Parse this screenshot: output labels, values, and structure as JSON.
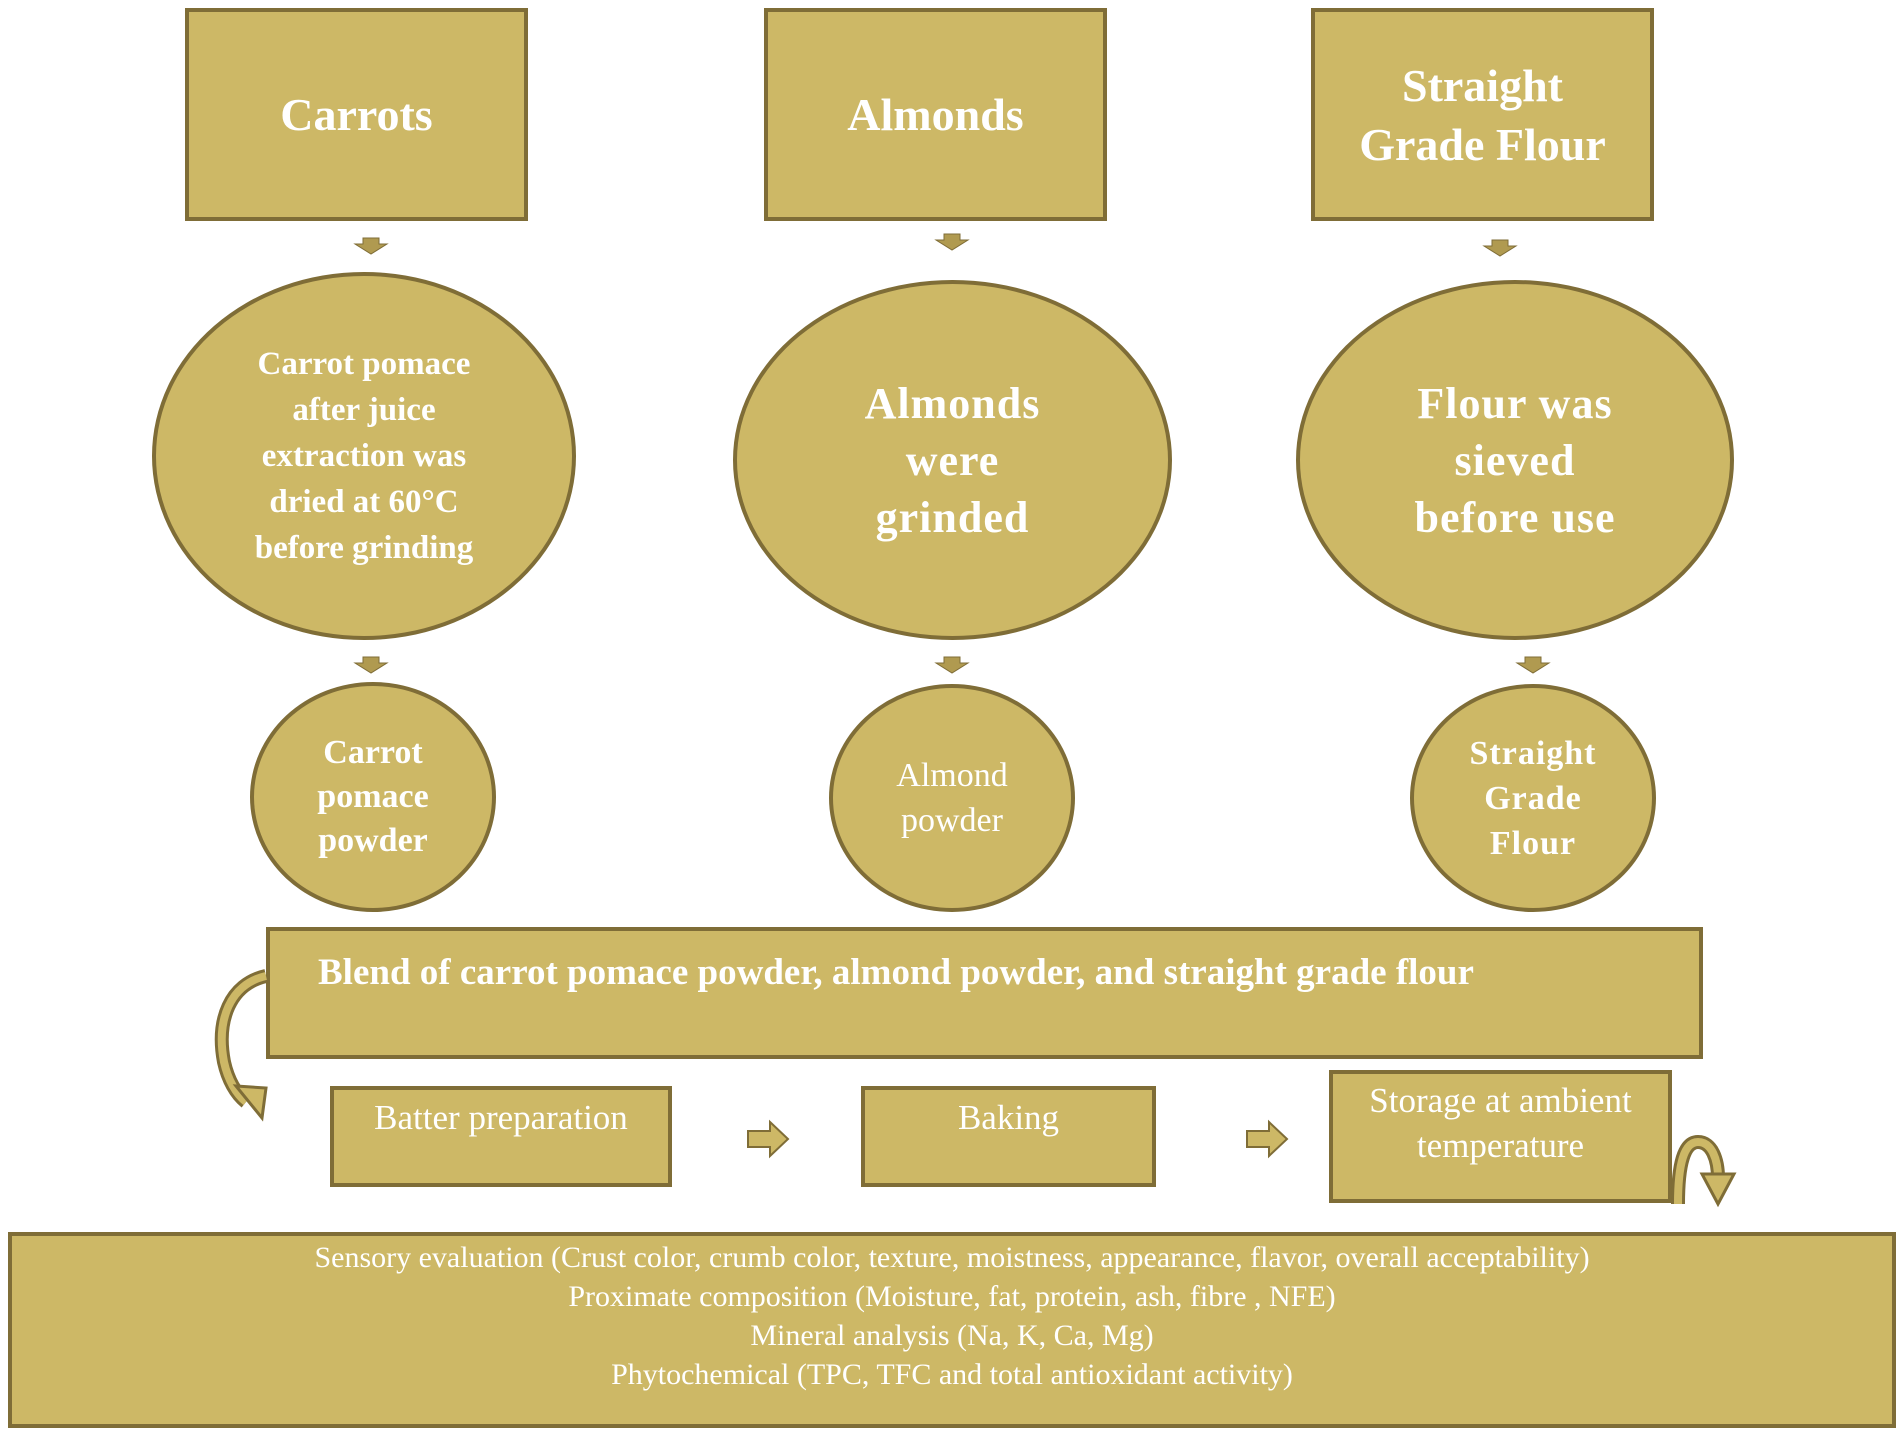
{
  "colors": {
    "fill": "#cdb866",
    "border": "#7f6d37",
    "text": "#ffffff"
  },
  "inputs": {
    "carrots": "Carrots",
    "almonds": "Almonds",
    "flour": [
      "Straight",
      "Grade Flour"
    ]
  },
  "processing": {
    "carrot": [
      "Carrot pomace",
      "after juice",
      "extraction was",
      "dried at 60°C",
      "before grinding"
    ],
    "almond": [
      "Almonds",
      "were",
      "grinded"
    ],
    "flour": [
      "Flour was",
      "sieved",
      "before use"
    ]
  },
  "products": {
    "carrot": [
      "Carrot",
      "pomace",
      "powder"
    ],
    "almond": [
      "Almond",
      "powder"
    ],
    "flour": [
      "Straight",
      "Grade",
      "Flour"
    ]
  },
  "blend": "Blend of carrot pomace powder, almond powder, and straight grade flour",
  "steps": {
    "batter": "Batter preparation",
    "baking": "Baking",
    "storage": [
      "Storage at ambient",
      "temperature"
    ]
  },
  "analyses": [
    "Sensory evaluation (Crust color, crumb color, texture, moistness, appearance, flavor, overall acceptability)",
    "Proximate composition (Moisture, fat, protein, ash, fibre , NFE)",
    "Mineral analysis (Na, K, Ca, Mg)",
    "Phytochemical (TPC, TFC and total antioxidant activity)"
  ]
}
